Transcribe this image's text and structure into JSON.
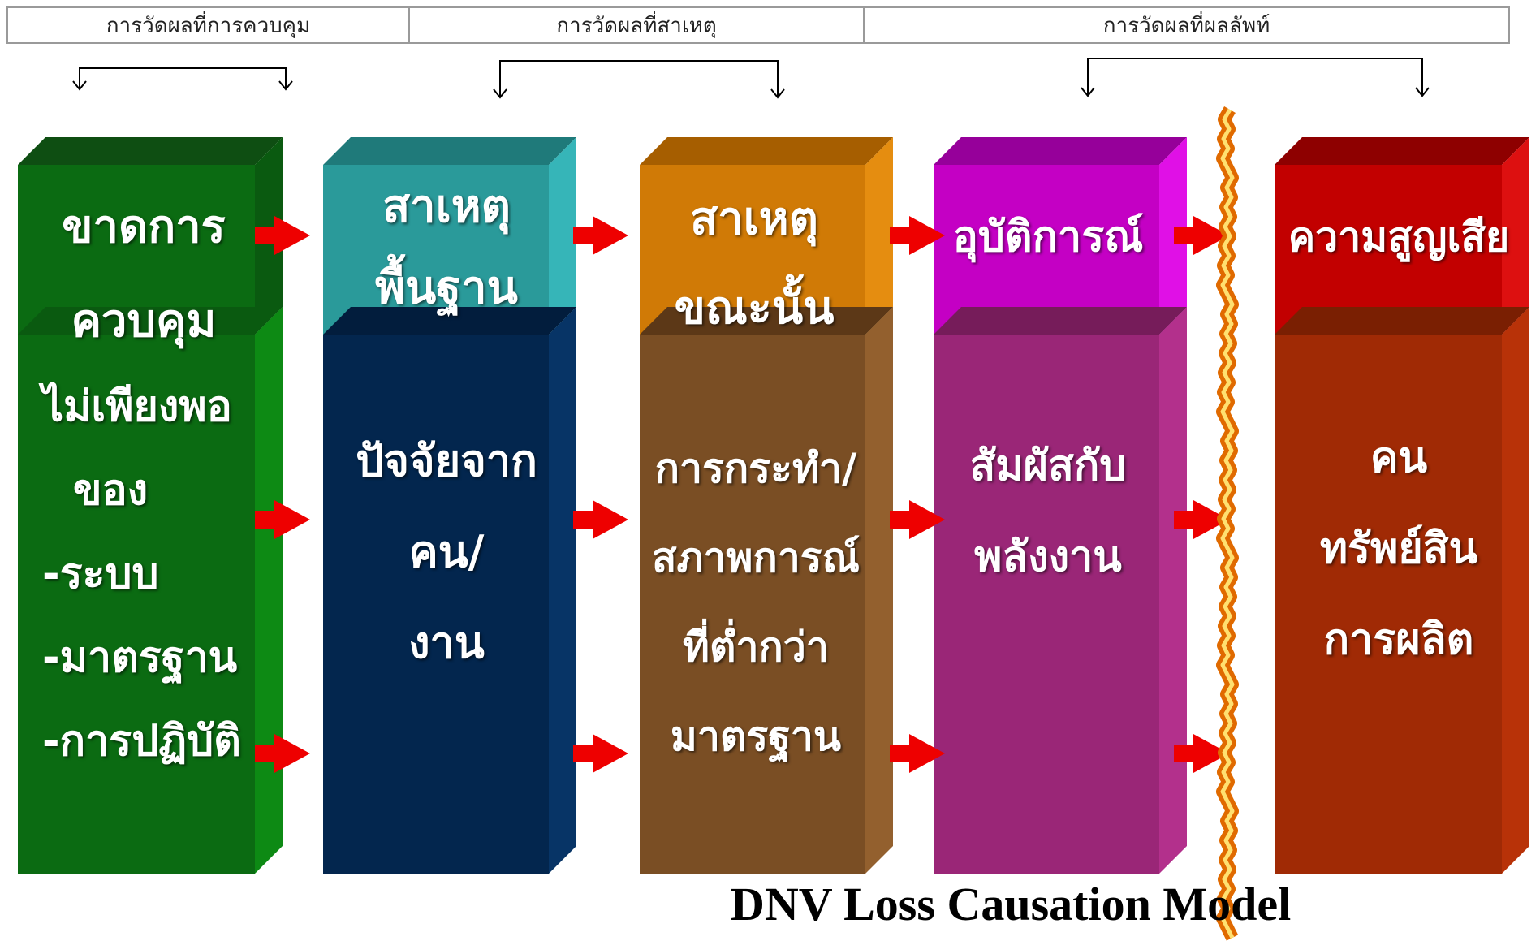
{
  "header": {
    "groups": [
      {
        "label": "การวัดผลที่การควบคุม"
      },
      {
        "label": "การวัดผลที่สาเหตุ"
      },
      {
        "label": "การวัดผลที่ผลลัพท์"
      }
    ]
  },
  "columns": [
    {
      "top": {
        "lines": [
          "ขาดการ",
          "ควบคุม"
        ]
      },
      "bottom": {
        "lines": [
          "ไม่เพียงพอ",
          "ของ",
          "-ระบบ",
          "-มาตรฐาน",
          "-การปฏิบัติ"
        ]
      },
      "colors": {
        "top_front": "#0b6b12",
        "top_side": "#0a5a10",
        "top_cap": "#0e4e12",
        "bottom_front": "#0b6b12",
        "bottom_side": "#0d8a14",
        "bottom_cap": "#0a5a10"
      }
    },
    {
      "top": {
        "lines": [
          "สาเหตุ",
          "พื้นฐาน"
        ]
      },
      "bottom": {
        "lines": [
          "ปัจจัยจาก",
          "คน/",
          "งาน"
        ]
      },
      "colors": {
        "top_front": "#2a9a9a",
        "top_side": "#36b5b8",
        "top_cap": "#1f7a7a",
        "bottom_front": "#03264e",
        "bottom_side": "#073466",
        "bottom_cap": "#021d3d"
      }
    },
    {
      "top": {
        "lines": [
          "สาเหตุ",
          "ขณะนั้น"
        ]
      },
      "bottom": {
        "lines": [
          "การกระทำ/",
          "สภาพการณ์",
          "ที่ต่ำกว่า",
          "มาตรฐาน"
        ]
      },
      "colors": {
        "top_front": "#d07a06",
        "top_side": "#e58d10",
        "top_cap": "#a65e00",
        "bottom_front": "#7a4e24",
        "bottom_side": "#93602e",
        "bottom_cap": "#5c3817"
      }
    },
    {
      "top": {
        "lines": [
          "อุบัติการณ์"
        ]
      },
      "bottom": {
        "lines": [
          "สัมผัสกับ",
          "พลังงาน"
        ]
      },
      "colors": {
        "top_front": "#c400c4",
        "top_side": "#e010e6",
        "top_cap": "#96009a",
        "bottom_front": "#9a2677",
        "bottom_side": "#b3308c",
        "bottom_cap": "#761c5a"
      }
    },
    {
      "top": {
        "lines": [
          "ความสูญเสีย"
        ]
      },
      "bottom": {
        "lines": [
          "คน",
          "ทรัพย์สิน",
          "การผลิต"
        ]
      },
      "colors": {
        "top_front": "#c20000",
        "top_side": "#dd1010",
        "top_cap": "#8e0000",
        "bottom_front": "#a02a05",
        "bottom_side": "#b83208",
        "bottom_cap": "#7a1f02"
      }
    }
  ],
  "colors": {
    "arrow": "#ee0000",
    "fire": "#e06a00",
    "fire_core": "#ffe070"
  },
  "footer": {
    "title": "DNV Loss Causation Model"
  }
}
